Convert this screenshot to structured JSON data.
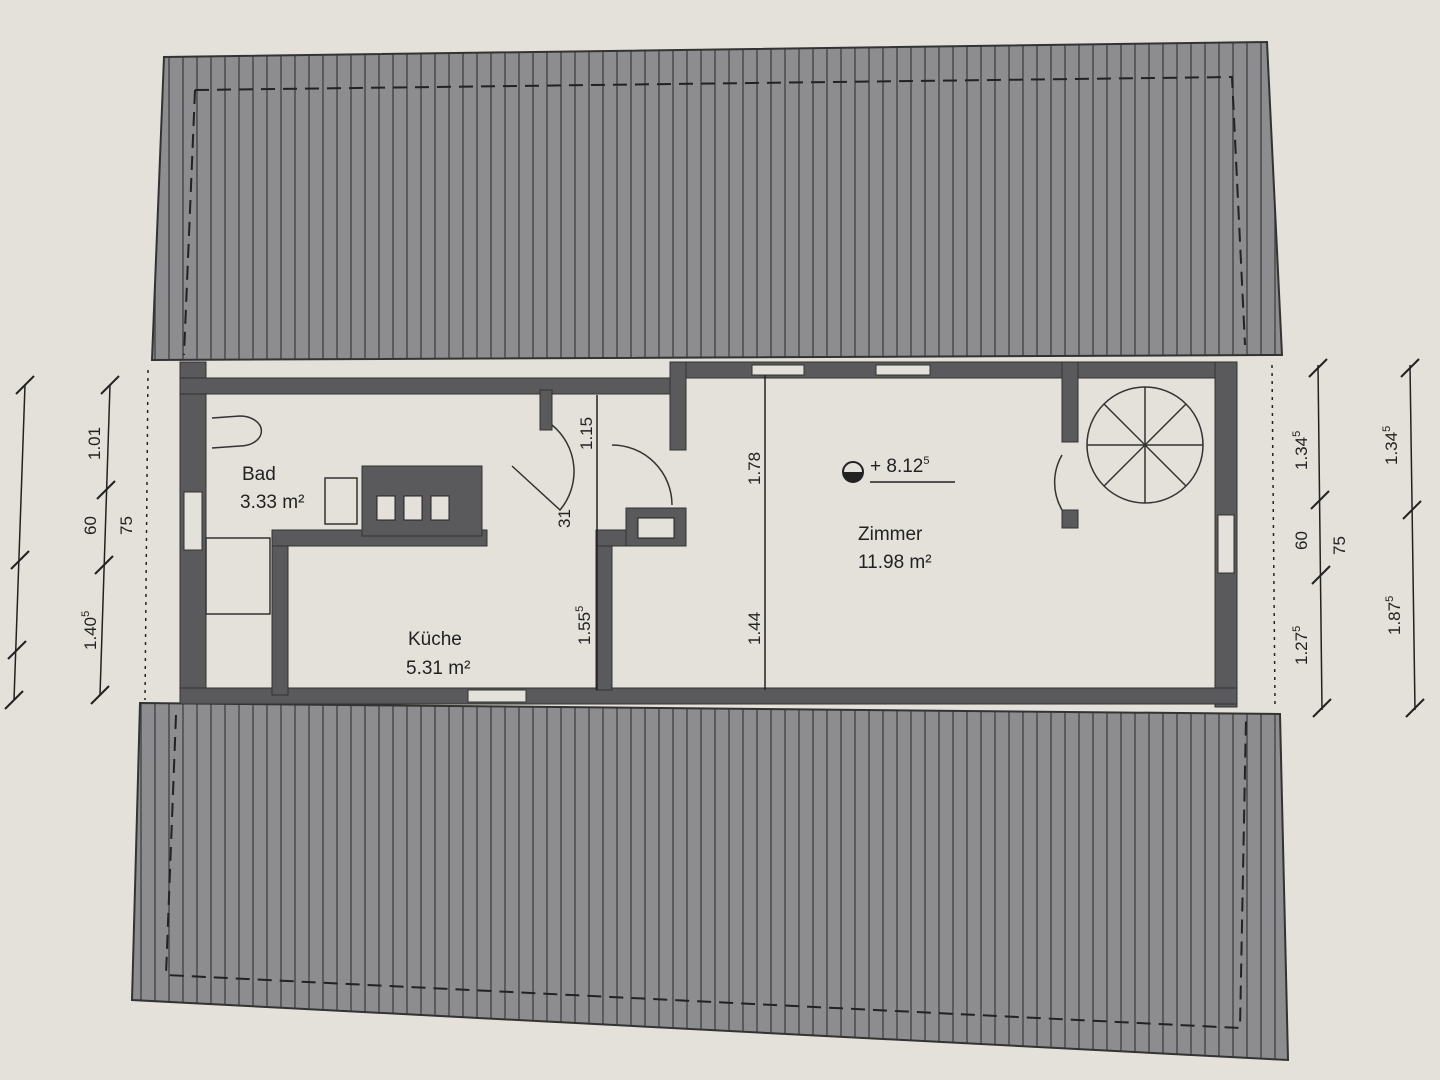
{
  "colors": {
    "paper": "#e4e1da",
    "roof": "#8d8c8e",
    "wall": "#5a595b",
    "ink": "#222222"
  },
  "rooms": {
    "bad": {
      "name": "Bad",
      "area": "3.33 m²"
    },
    "kueche": {
      "name": "Küche",
      "area": "5.31 m²"
    },
    "zimmer": {
      "name": "Zimmer",
      "area": "11.98 m²"
    }
  },
  "level_mark": {
    "value": "+ 8.12",
    "sup": "5"
  },
  "inner_dims": {
    "d1": "1.15",
    "d2": "31",
    "d3": "1.55",
    "d3_sup": "5",
    "d4": "1.78",
    "d5": "1.44"
  },
  "left_dims": {
    "a": "1.01",
    "b": "60",
    "c": "75",
    "d": "1.40",
    "d_sup": "5"
  },
  "right_dims": {
    "a": "1.34",
    "a_sup": "5",
    "b": "60",
    "c": "75",
    "d": "1.27",
    "d_sup": "5",
    "e": "1.34",
    "e_sup": "5",
    "f": "1.87",
    "f_sup": "5"
  }
}
